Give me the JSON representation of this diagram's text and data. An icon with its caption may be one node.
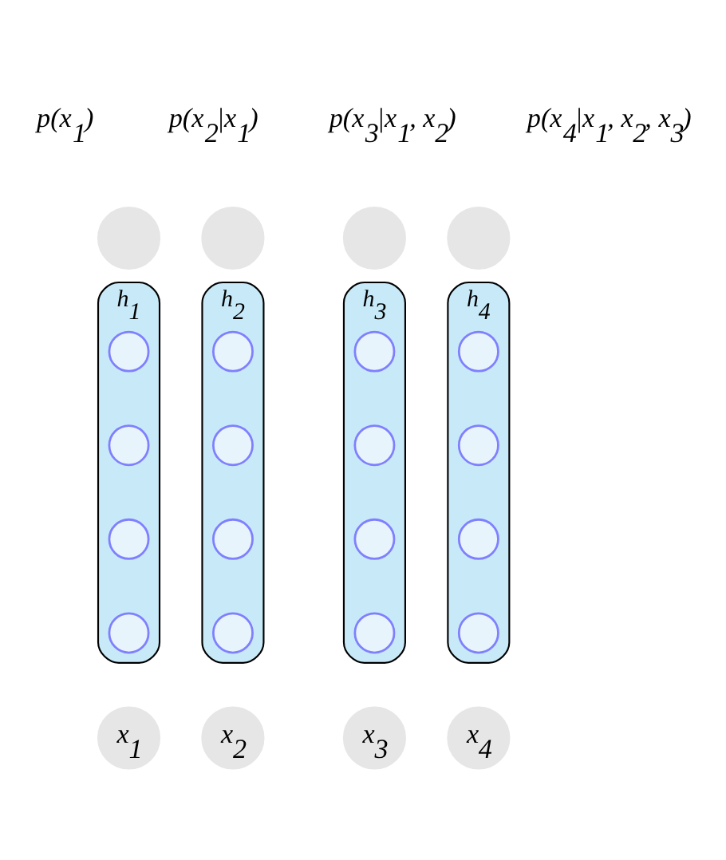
{
  "diagram": {
    "nodes": [
      {
        "text": [],
        "shape": "circle",
        "beside": [
          "p(x$_{1}$)"
        ]
      },
      {
        "text": [],
        "shape": "circle",
        "beside": [
          "p(x$_{2}$|x$_{1}$)"
        ]
      },
      {
        "text": [],
        "shape": "circle",
        "beside": [
          "p(x$_{3}$|x$_{1}$, x$_{2}$)"
        ]
      },
      {
        "text": [],
        "shape": "circle",
        "beside": [
          "p(x$_{4}$|x$_{1}$, x$_{2}$, x$_{3}$)"
        ]
      },
      {
        "text": [
          "h$_{1}$"
        ]
      },
      {
        "text": [],
        "shape": "circle",
        "in": 4
      },
      {
        "text": [],
        "shape": "circle",
        "in": 4
      },
      {
        "text": [],
        "shape": "circle",
        "in": 4
      },
      {
        "text": [],
        "shape": "circle",
        "in": 4
      },
      {
        "text": [
          "h$_{2}$"
        ]
      },
      {
        "text": [],
        "shape": "circle",
        "in": 9
      },
      {
        "text": [],
        "shape": "circle",
        "in": 9
      },
      {
        "text": [],
        "shape": "circle",
        "in": 9
      },
      {
        "text": [],
        "shape": "circle",
        "in": 9
      },
      {
        "text": [
          "h$_{3}$"
        ]
      },
      {
        "text": [],
        "shape": "circle",
        "in": 14
      },
      {
        "text": [],
        "shape": "circle",
        "in": 14
      },
      {
        "text": [],
        "shape": "circle",
        "in": 14
      },
      {
        "text": [],
        "shape": "circle",
        "in": 14
      },
      {
        "text": [
          "h$_{4}$"
        ]
      },
      {
        "text": [],
        "shape": "circle",
        "in": 19
      },
      {
        "text": [],
        "shape": "circle",
        "in": 19
      },
      {
        "text": [],
        "shape": "circle",
        "in": 19
      },
      {
        "text": [],
        "shape": "circle",
        "in": 19
      },
      {
        "text": [
          "x$_{1}$"
        ]
      },
      {
        "text": [
          "x$_{2}$"
        ]
      },
      {
        "text": [
          "x$_{3}$"
        ]
      },
      {
        "text": [
          "x$_{4}$"
        ]
      }
    ]
  }
}
